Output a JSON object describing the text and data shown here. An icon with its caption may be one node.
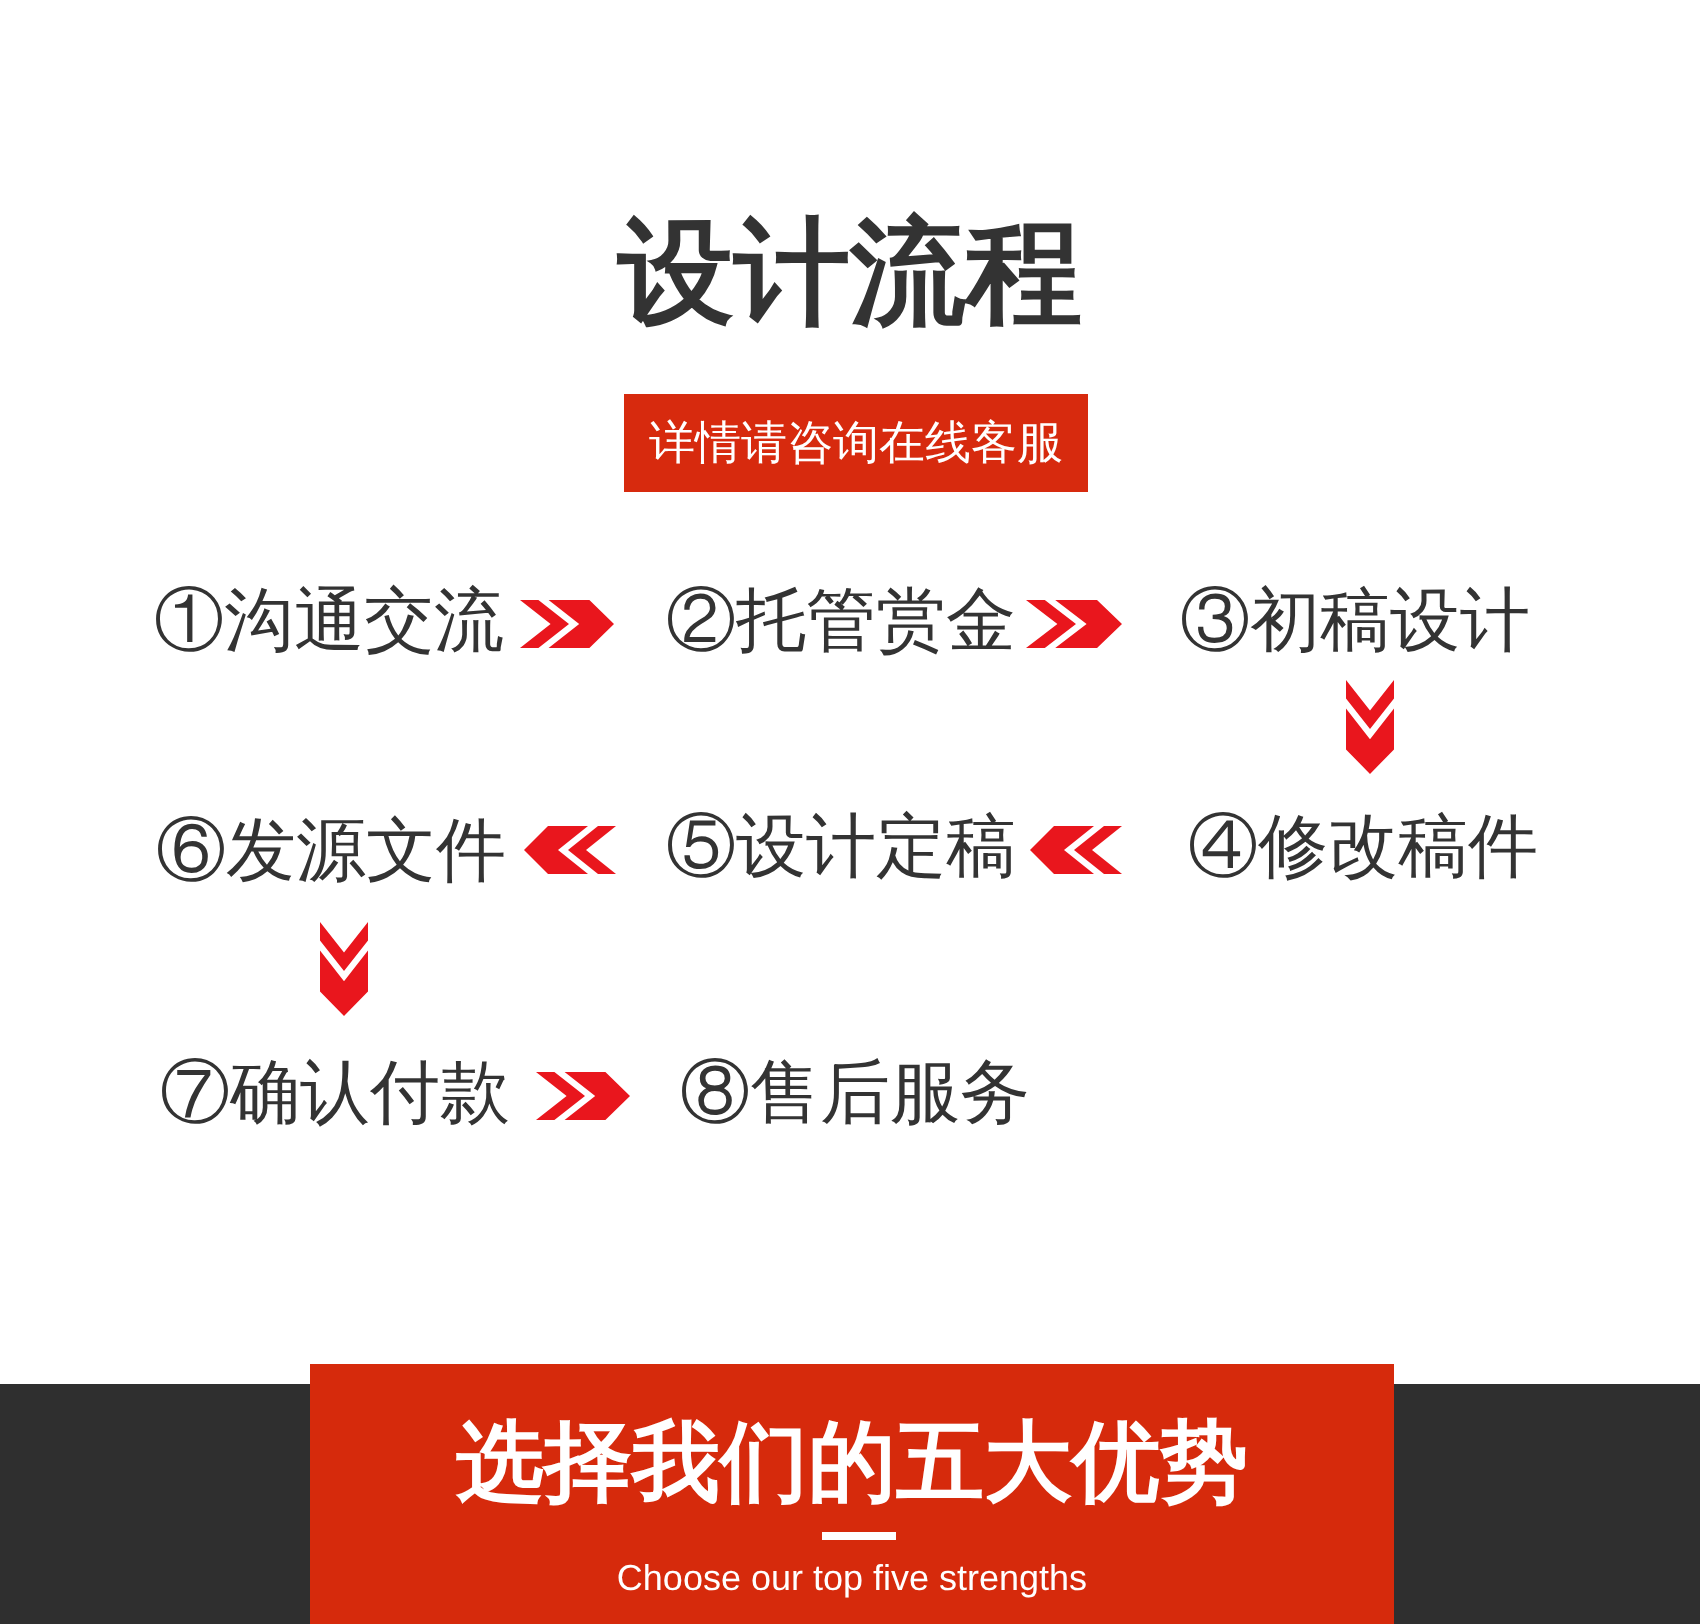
{
  "diagram": {
    "title": "设计流程",
    "nodes": [
      {
        "text": [
          "详情请咨询在线客服"
        ]
      },
      {
        "text": [
          "①沟通交流"
        ]
      },
      {
        "text": [
          "②托管赏金"
        ]
      },
      {
        "text": [
          "③初稿设计"
        ]
      },
      {
        "text": [
          "④修改稿件"
        ]
      },
      {
        "text": [
          "⑤设计定稿"
        ]
      },
      {
        "text": [
          "⑥发源文件"
        ]
      },
      {
        "text": [
          "⑦确认付款"
        ]
      },
      {
        "text": [
          "⑧售后服务"
        ]
      },
      {
        "text": [
          "选择我们的五大优势",
          "Choose our top five strengths"
        ]
      }
    ],
    "edges": [
      {
        "from": 1,
        "to": 2,
        "arrow": "to"
      },
      {
        "from": 2,
        "to": 3,
        "arrow": "to"
      },
      {
        "from": 3,
        "to": 4,
        "arrow": "to"
      },
      {
        "from": 4,
        "to": 5,
        "arrow": "to"
      },
      {
        "from": 5,
        "to": 6,
        "arrow": "to"
      },
      {
        "from": 6,
        "to": 7,
        "arrow": "to"
      },
      {
        "from": 7,
        "to": 8,
        "arrow": "to"
      }
    ]
  }
}
